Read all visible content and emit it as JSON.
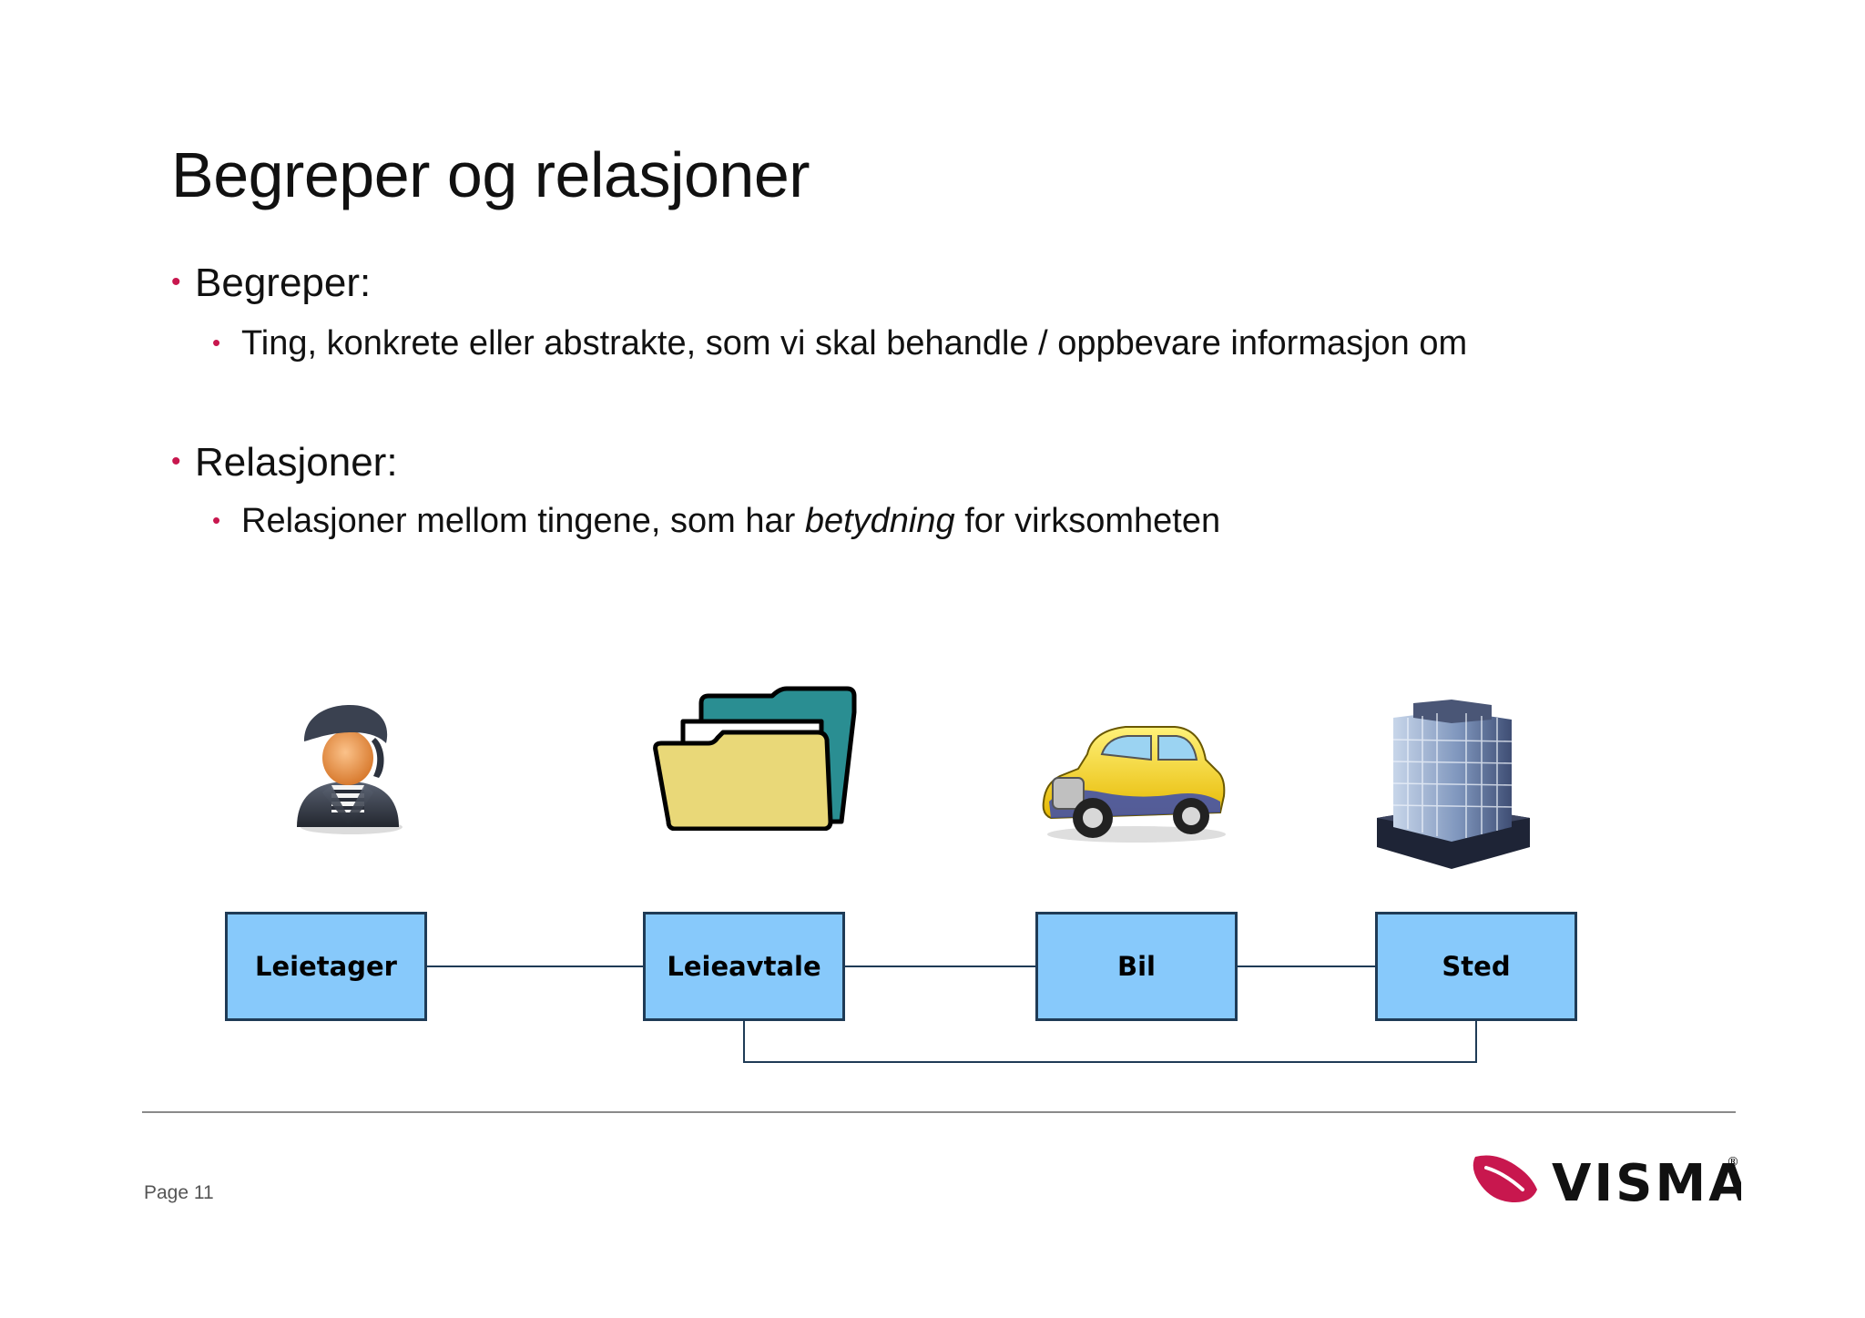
{
  "slide": {
    "title": "Begreper og relasjoner"
  },
  "bullets": [
    {
      "label": "Begreper:",
      "sub": {
        "text": "Ting, konkrete eller abstrakte, som vi skal behandle / oppbevare informasjon om"
      }
    },
    {
      "label": "Relasjoner:",
      "sub": {
        "before": "Relasjoner mellom tingene, som har ",
        "emphasis": "betydning",
        "after": " for virksomheten"
      }
    }
  ],
  "diagram": {
    "entities": [
      {
        "label": "Leietager",
        "icon": "person-icon"
      },
      {
        "label": "Leieavtale",
        "icon": "folder-icon"
      },
      {
        "label": "Bil",
        "icon": "car-icon"
      },
      {
        "label": "Sted",
        "icon": "building-icon"
      }
    ],
    "relations": [
      [
        "Leietager",
        "Leieavtale"
      ],
      [
        "Leieavtale",
        "Bil"
      ],
      [
        "Bil",
        "Sted"
      ],
      [
        "Leieavtale",
        "Sted"
      ]
    ]
  },
  "footer": {
    "page_label": "Page 11",
    "logo_text": "VISMA",
    "logo_mark": "®"
  },
  "colors": {
    "accent": "#c8174e",
    "entity_fill": "#87c9fb",
    "entity_border": "#1f3b56",
    "connector": "#1f3b56"
  }
}
